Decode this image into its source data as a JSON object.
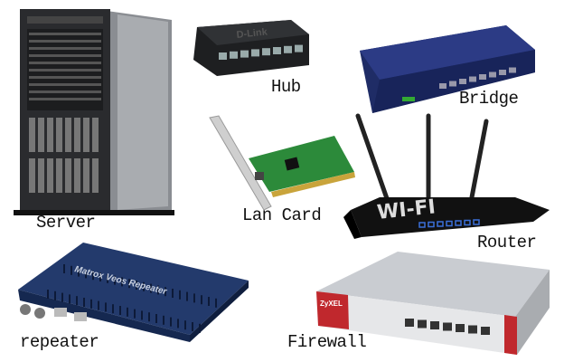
{
  "labels": {
    "server": "Server",
    "hub": "Hub",
    "bridge": "Bridge",
    "lan_card": "Lan Card",
    "router": "Router",
    "repeater": "repeater",
    "firewall": "Firewall"
  },
  "device_marks": {
    "hub_brand": "D-Link",
    "router_brand": "WI-FI",
    "repeater_brand": "Matrox Veos Repeater",
    "firewall_brand": "ZyXEL"
  }
}
